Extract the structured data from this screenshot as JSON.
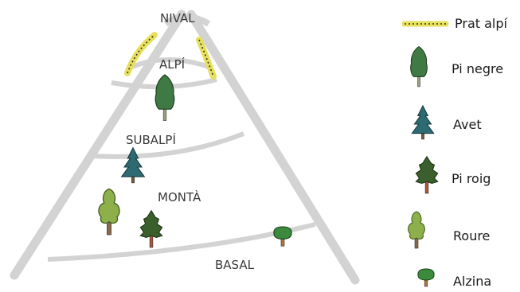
{
  "zones": {
    "nival": "NIVAL",
    "alpi": "ALPÍ",
    "subalpi": "SUBALPÍ",
    "monta": "MONTÀ",
    "basal": "BASAL"
  },
  "legend": [
    {
      "id": "prat-alpi",
      "label": "Prat alpí"
    },
    {
      "id": "pi-negre",
      "label": "Pi negre"
    },
    {
      "id": "avet",
      "label": "Avet"
    },
    {
      "id": "pi-roig",
      "label": "Pi roig"
    },
    {
      "id": "roure",
      "label": "Roure"
    },
    {
      "id": "alzina",
      "label": "Alzina"
    }
  ],
  "colors": {
    "mountain": "#d3d3d3",
    "grass": "#e6e05a",
    "trunk": "#8a5a3a",
    "pi_negre": "#3f7a45",
    "avet": "#2e6a72",
    "pi_roig": "#3a5e2c",
    "roure": "#8db04a",
    "alzina": "#3c8a3c"
  }
}
